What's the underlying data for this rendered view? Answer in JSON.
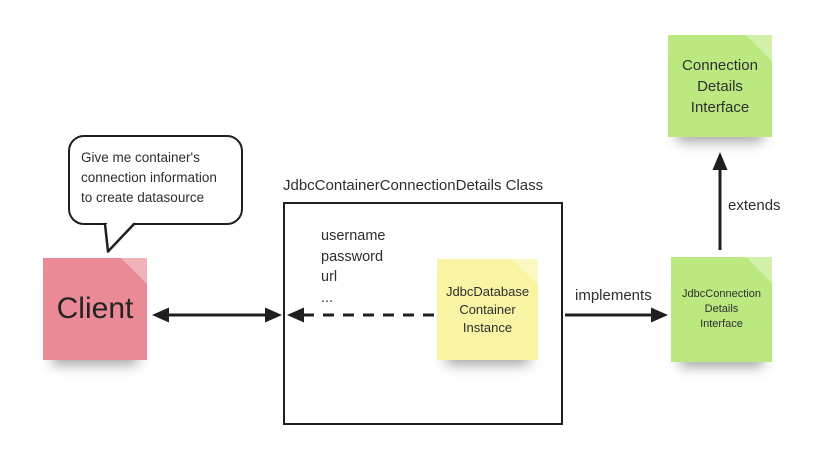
{
  "diagram": {
    "speech_bubble": {
      "lines": [
        "Give me container's",
        "connection information",
        "to create datasource"
      ]
    },
    "client_note": {
      "label": "Client",
      "color": "#e98a96"
    },
    "class_box": {
      "title": "JdbcContainerConnectionDetails Class",
      "fields": [
        "username",
        "password",
        "url",
        "..."
      ]
    },
    "database_note": {
      "lines": [
        "JdbcDatabase",
        "Container",
        "Instance"
      ],
      "color": "#f8f4a4"
    },
    "jdbc_connection_note": {
      "lines": [
        "JdbcConnection",
        "Details",
        "Interface"
      ],
      "color": "#bce97f"
    },
    "connection_details_note": {
      "lines": [
        "Connection",
        "Details",
        "Interface"
      ],
      "color": "#bce97f"
    },
    "edge_labels": {
      "implements": "implements",
      "extends": "extends"
    },
    "colors": {
      "stroke": "#1f1f1f",
      "text": "#2e2e2e",
      "background": "#ffffff"
    }
  }
}
